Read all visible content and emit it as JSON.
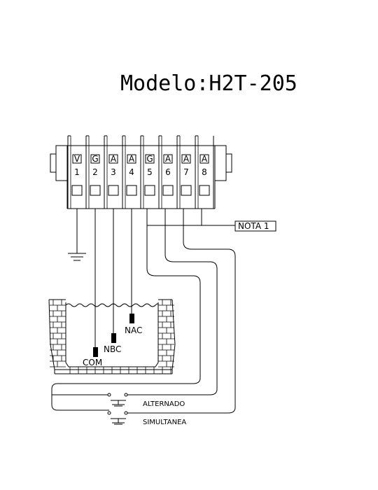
{
  "title": "Modelo:H2T-205",
  "terminals": [
    {
      "letter": "V",
      "number": "1"
    },
    {
      "letter": "G",
      "number": "2"
    },
    {
      "letter": "A",
      "number": "3"
    },
    {
      "letter": "A",
      "number": "4"
    },
    {
      "letter": "G",
      "number": "5"
    },
    {
      "letter": "A",
      "number": "6"
    },
    {
      "letter": "A",
      "number": "7"
    },
    {
      "letter": "A",
      "number": "8"
    }
  ],
  "note_label": "NOTA 1",
  "electrodes": {
    "com": "COM",
    "nbc": "NBC",
    "nac": "NAC"
  },
  "switches": {
    "alternado": "ALTERNADO",
    "simultanea": "SIMULTANEA"
  }
}
